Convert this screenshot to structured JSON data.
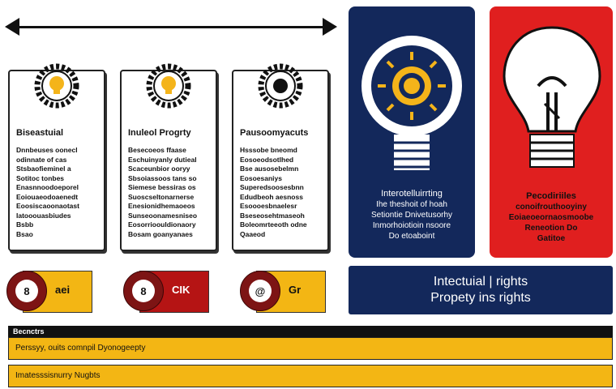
{
  "cards": [
    {
      "title": "Biseastuial",
      "lines": [
        "Dnnbeuses oonecl",
        "odinnate of cas",
        "Stsbaofieminel a",
        "Sotitoc tonbes",
        "Enasnnoodoeporel",
        "Eoiouaeodoaenedt",
        "Eoosiscaoonaotast",
        "Iatooouasbiudes",
        "Bsbb",
        "Bsao"
      ],
      "icon": "lightbulb-gear-icon",
      "accent": "#f4b41a"
    },
    {
      "title": "Inuleol Progrty",
      "lines": [
        "Besecoeos ffaase",
        "Eschuinyanly dutieal",
        "Scaceunbior ooryy",
        "Sbsoiassoos tans so",
        "Siemese bessiras os",
        "Suoscseltonarnerse",
        "Enesionidhemaoeos",
        "Sunseoonamesniseo",
        "Eosorrioouldionaory",
        "Bosam goanyanaes"
      ],
      "icon": "lightbulb-gear-icon",
      "accent": "#f4b41a"
    },
    {
      "title": "Pausoomyacuts",
      "lines": [
        "Hsssobe bneomd",
        "Eosoeodsotlhed",
        "Bse ausosebelmn",
        "Eosoesaniys",
        "Superedsoosesbnn",
        "Edudbeoh aesnoss",
        "Esoooesbnaelesr",
        "Bseseosehtmaseoh",
        "Boleomrteeoth odne",
        "Qaaeod"
      ],
      "icon": "gear-icon",
      "accent": "#111111"
    }
  ],
  "panels": {
    "blue": {
      "title": "Interotelluirrting",
      "lines": [
        "Ihe theshoit of hoah",
        "Setiontie Dnivetusorhy",
        "Inmorhoiotioin nsoore",
        "Do etoaboint"
      ]
    },
    "red": {
      "title": "Pecodiriiles",
      "lines": [
        "conoifrouthooyiny",
        "Eoiaeoeornaosmoobe",
        "Reneotion Do",
        "Gatitoe"
      ]
    }
  },
  "pills": [
    {
      "symbol": "8",
      "label": "aei"
    },
    {
      "symbol": "8",
      "label": "CIK"
    },
    {
      "symbol": "@",
      "label": "Gr"
    }
  ],
  "banner": {
    "line1": "Intectuial | rights",
    "line2": "Propety ins rights"
  },
  "table": {
    "header": "Becnctrs",
    "rows": [
      "Perssyy, ouits comnpil Dyonogeepty",
      "Imatesssisnurry Nugbts"
    ]
  },
  "colors": {
    "navy": "#13285b",
    "red": "#e01f1f",
    "gold": "#f3b614",
    "maroon": "#7d1414"
  }
}
